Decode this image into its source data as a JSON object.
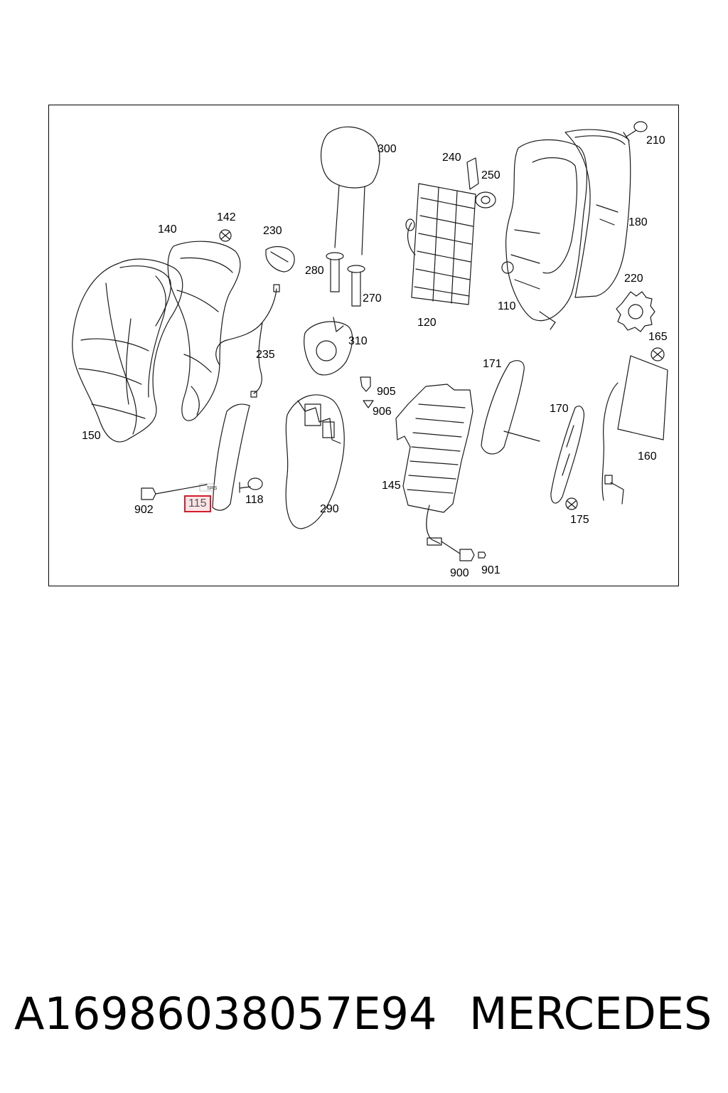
{
  "diagram": {
    "callouts": [
      {
        "id": "300",
        "text": "300"
      },
      {
        "id": "240",
        "text": "240"
      },
      {
        "id": "250",
        "text": "250"
      },
      {
        "id": "210",
        "text": "210"
      },
      {
        "id": "180",
        "text": "180"
      },
      {
        "id": "142",
        "text": "142"
      },
      {
        "id": "140",
        "text": "140"
      },
      {
        "id": "230",
        "text": "230"
      },
      {
        "id": "280",
        "text": "280"
      },
      {
        "id": "270",
        "text": "270"
      },
      {
        "id": "120",
        "text": "120"
      },
      {
        "id": "110",
        "text": "110"
      },
      {
        "id": "220",
        "text": "220"
      },
      {
        "id": "235",
        "text": "235"
      },
      {
        "id": "310",
        "text": "310"
      },
      {
        "id": "165",
        "text": "165"
      },
      {
        "id": "171",
        "text": "171"
      },
      {
        "id": "150",
        "text": "150"
      },
      {
        "id": "905",
        "text": "905"
      },
      {
        "id": "906",
        "text": "906"
      },
      {
        "id": "170",
        "text": "170"
      },
      {
        "id": "160",
        "text": "160"
      },
      {
        "id": "145",
        "text": "145"
      },
      {
        "id": "902",
        "text": "902"
      },
      {
        "id": "115",
        "text": "115",
        "highlighted": true
      },
      {
        "id": "118",
        "text": "118"
      },
      {
        "id": "290",
        "text": "290"
      },
      {
        "id": "175",
        "text": "175"
      },
      {
        "id": "900",
        "text": "900"
      },
      {
        "id": "901",
        "text": "901"
      }
    ],
    "airbag_marking": "SRS",
    "highlight_color": "#d21f2b"
  },
  "footer": {
    "part_number": "A16986038057E94",
    "brand": "MERCEDES"
  }
}
